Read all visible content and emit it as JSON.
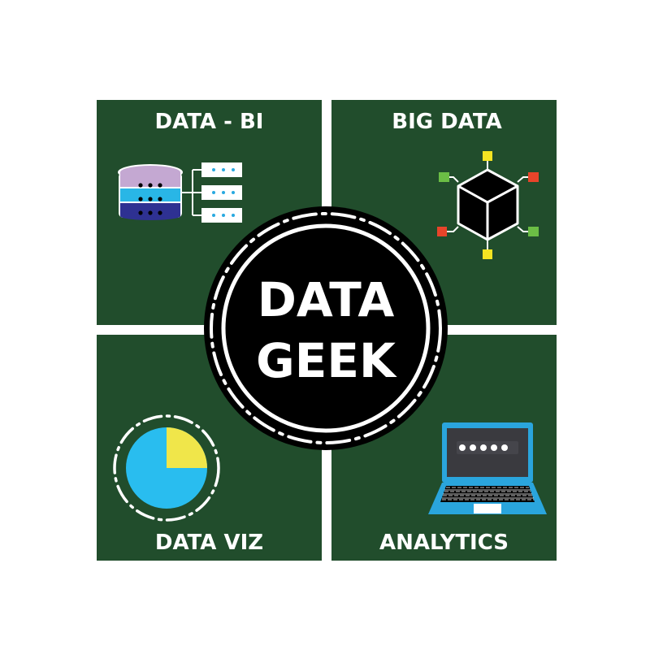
{
  "colors": {
    "background": "#ffffff",
    "panel_green": "#214d2c",
    "center_black": "#000000",
    "db_lavender": "#c4a8d2",
    "db_cyan": "#29b6e6",
    "db_indigo": "#2e3192",
    "cube_black": "#000000",
    "square_yellow": "#f4e422",
    "square_green": "#6bbd45",
    "square_red": "#e8442a",
    "pie_blue": "#29bdef",
    "pie_yellow": "#f0e64a",
    "laptop_blue": "#2aa5dd",
    "laptop_screen": "#3a3a3f"
  },
  "center": {
    "line1": "DATA",
    "line2": "GEEK"
  },
  "quadrants": [
    {
      "id": "top-left",
      "label": "DATA - BI",
      "icon": "database-server-icon"
    },
    {
      "id": "top-right",
      "label": "BIG DATA",
      "icon": "cube-network-icon"
    },
    {
      "id": "bottom-left",
      "label": "DATA VIZ",
      "icon": "pie-chart-icon"
    },
    {
      "id": "bottom-right",
      "label": "ANALYTICS",
      "icon": "laptop-password-icon"
    }
  ],
  "laptop": {
    "password_mask": "●●●●●"
  },
  "pie": {
    "slices": [
      {
        "name": "major",
        "percent": 75
      },
      {
        "name": "minor",
        "percent": 25
      }
    ]
  }
}
